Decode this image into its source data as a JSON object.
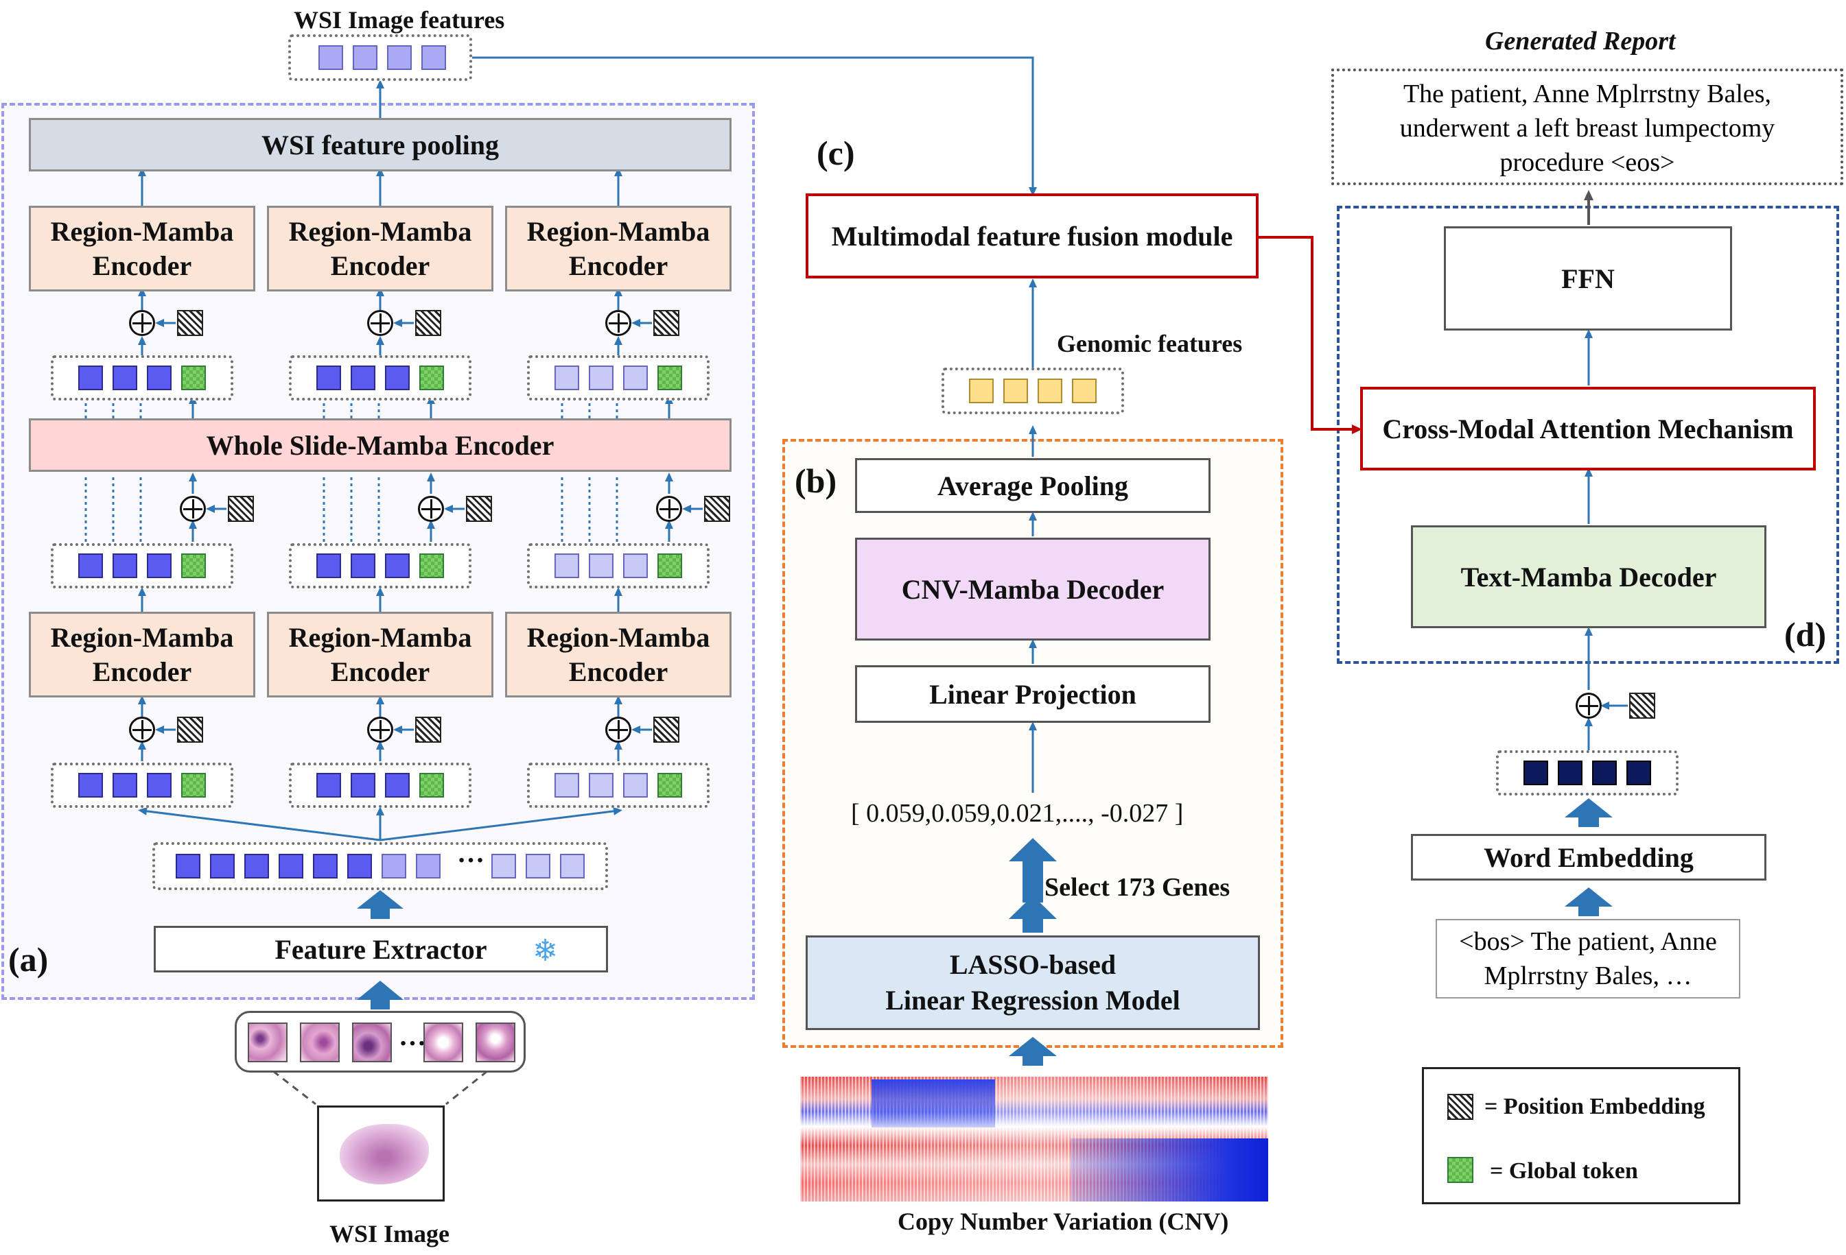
{
  "labels": {
    "wsi_image_features": "WSI Image features",
    "wsi_feature_pooling": "WSI feature pooling",
    "region_mamba_encoder_line1": "Region-Mamba",
    "region_mamba_encoder_line2": "Encoder",
    "whole_slide_mamba_encoder": "Whole Slide-Mamba Encoder",
    "feature_extractor": "Feature Extractor",
    "wsi_image": "WSI Image",
    "panel_a": "(a)",
    "panel_b": "(b)",
    "panel_c": "(c)",
    "panel_d": "(d)",
    "multimodal_fusion": "Multimodal feature fusion module",
    "genomic_features": "Genomic features",
    "average_pooling": "Average Pooling",
    "cnv_mamba_decoder": "CNV-Mamba Decoder",
    "linear_projection": "Linear Projection",
    "cnv_vector": "[ 0.059,0.059,0.021,...., -0.027 ]",
    "select_genes": "Select 173 Genes",
    "lasso_line1": "LASSO-based",
    "lasso_line2": "Linear Regression Model",
    "cnv_caption": "Copy Number Variation (CNV)",
    "generated_report_title": "Generated Report",
    "generated_report_line1": "The patient, Anne Mplrrstny Bales,",
    "generated_report_line2": "underwent a left breast lumpectomy",
    "generated_report_line3": "procedure <eos>",
    "ffn": "FFN",
    "cross_modal_attention": "Cross-Modal Attention Mechanism",
    "text_mamba_decoder": "Text-Mamba Decoder",
    "word_embedding": "Word Embedding",
    "input_text_line1": "<bos> The patient, Anne",
    "input_text_line2": "Mplrrstny Bales, …",
    "legend_position_embedding": "= Position Embedding",
    "legend_global_token": "= Global token",
    "ellipsis": "…"
  },
  "icons": {
    "snowflake": "snowflake-icon",
    "position_embedding": "hatched-square-icon",
    "global_token": "green-checker-square-icon",
    "add": "circled-plus-icon"
  },
  "colors": {
    "arrow_blue": "#2e75b6",
    "fusion_red": "#c00000",
    "panel_a_border": "#9999ee",
    "panel_b_border": "#ed7d31",
    "panel_d_border": "#2f5597",
    "encoder_fill": "#fbe5d6",
    "whole_slide_fill": "#ffd5d5",
    "pooling_fill": "#d6dce5",
    "cnv_decoder_fill": "#f2d9f7",
    "lasso_fill": "#dae7f5",
    "text_decoder_fill": "#e2f0d9",
    "token_blue": "#5b5bf0",
    "token_light": "#c9c9f7",
    "token_green": "#7fcf6a",
    "token_yellow": "#ffe08a",
    "token_navy": "#0b1a5c"
  }
}
